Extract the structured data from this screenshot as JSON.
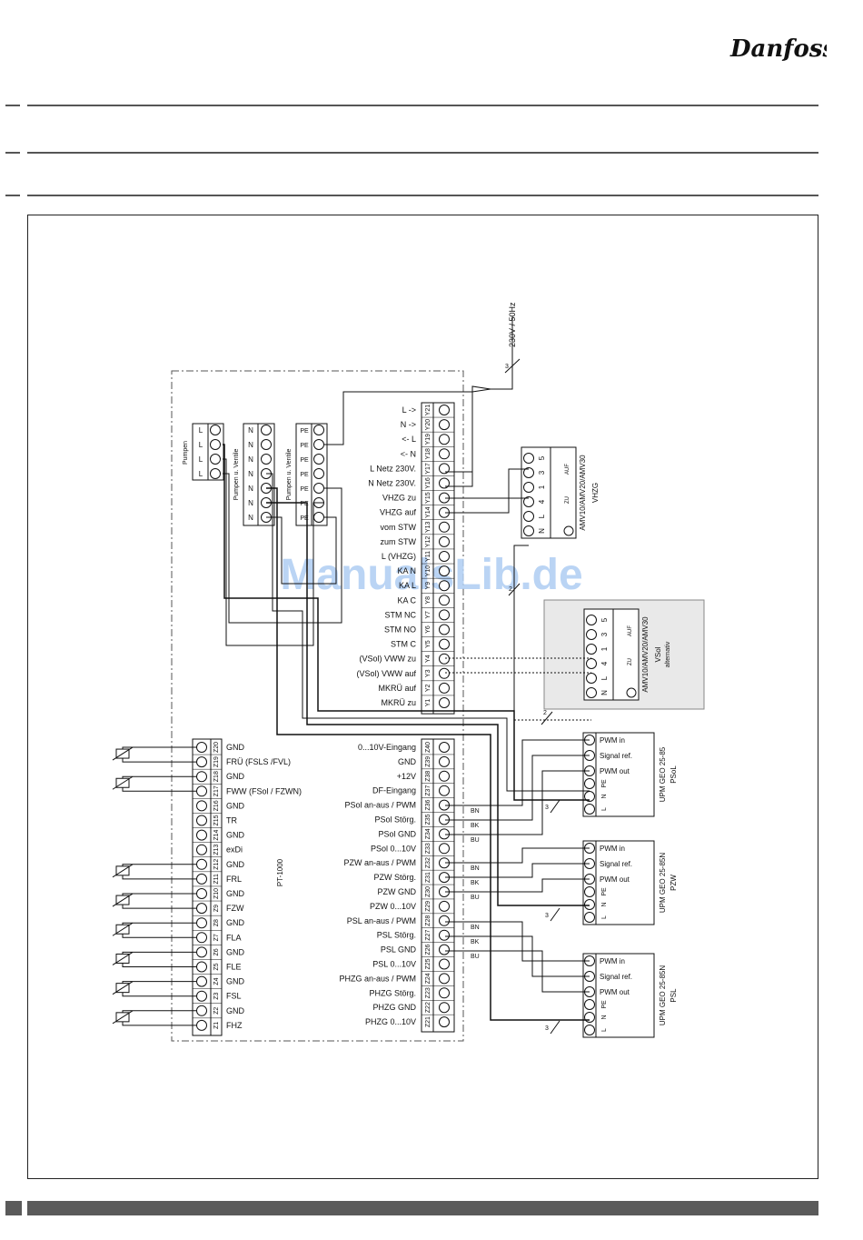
{
  "brand": {
    "logo_text": "Danfoss",
    "logo_color": "#1a1a1a"
  },
  "watermark": {
    "text": "ManualsLib.de",
    "color": "#aecdf3"
  },
  "supply": {
    "label": "230V / 50Hz",
    "wires": "3"
  },
  "left_strips": {
    "pumpen": {
      "label": "Pumpen",
      "terminals": [
        "L",
        "L",
        "L",
        "L",
        "L",
        "L"
      ]
    },
    "ventile_n": {
      "label": "Pumpen u. Ventile",
      "terminals": [
        "N",
        "N",
        "N",
        "N",
        "N",
        "N",
        "N",
        "N"
      ]
    },
    "ventile_pe": {
      "label": "Pumpen u. Ventile",
      "terminals": [
        "PE",
        "PE",
        "PE",
        "PE",
        "PE",
        "PE",
        "PE",
        "PE"
      ]
    }
  },
  "y_terminals": [
    {
      "id": "Y21",
      "label": "L  ->"
    },
    {
      "id": "Y20",
      "label": "N  ->"
    },
    {
      "id": "Y19",
      "label": "<-  L"
    },
    {
      "id": "Y18",
      "label": "<-  N"
    },
    {
      "id": "Y17",
      "label": "L Netz 230V."
    },
    {
      "id": "Y16",
      "label": "N Netz 230V."
    },
    {
      "id": "Y15",
      "label": "VHZG zu"
    },
    {
      "id": "Y14",
      "label": "VHZG auf"
    },
    {
      "id": "Y13",
      "label": "vom STW"
    },
    {
      "id": "Y12",
      "label": "zum STW"
    },
    {
      "id": "Y11",
      "label": "L (VHZG)"
    },
    {
      "id": "Y10",
      "label": "KA N"
    },
    {
      "id": "Y9",
      "label": "KA L"
    },
    {
      "id": "Y8",
      "label": "KA C"
    },
    {
      "id": "Y7",
      "label": "STM NC"
    },
    {
      "id": "Y6",
      "label": "STM NO"
    },
    {
      "id": "Y5",
      "label": "STM C"
    },
    {
      "id": "Y4",
      "label": "(VSol) VWW zu"
    },
    {
      "id": "Y3",
      "label": "(VSol) VWW auf"
    },
    {
      "id": "Y2",
      "label": "MKRÜ auf"
    },
    {
      "id": "Y1",
      "label": "MKRÜ zu"
    }
  ],
  "z_right_terminals": [
    {
      "id": "Z40",
      "label": "0...10V-Eingang"
    },
    {
      "id": "Z39",
      "label": "GND"
    },
    {
      "id": "Z38",
      "label": "+12V"
    },
    {
      "id": "Z37",
      "label": "DF-Eingang"
    },
    {
      "id": "Z36",
      "label": "PSol an-aus / PWM"
    },
    {
      "id": "Z35",
      "label": "PSol Störg."
    },
    {
      "id": "Z34",
      "label": "PSol GND"
    },
    {
      "id": "Z33",
      "label": "PSol 0...10V"
    },
    {
      "id": "Z32",
      "label": "PZW an-aus / PWM"
    },
    {
      "id": "Z31",
      "label": "PZW Störg."
    },
    {
      "id": "Z30",
      "label": "PZW GND"
    },
    {
      "id": "Z29",
      "label": "PZW 0...10V"
    },
    {
      "id": "Z28",
      "label": "PSL an-aus / PWM"
    },
    {
      "id": "Z27",
      "label": "PSL Störg."
    },
    {
      "id": "Z26",
      "label": "PSL GND"
    },
    {
      "id": "Z25",
      "label": "PSL 0...10V"
    },
    {
      "id": "Z24",
      "label": "PHZG an-aus / PWM"
    },
    {
      "id": "Z23",
      "label": "PHZG Störg."
    },
    {
      "id": "Z22",
      "label": "PHZG GND"
    },
    {
      "id": "Z21",
      "label": "PHZG 0...10V"
    }
  ],
  "z_left_terminals": [
    {
      "id": "Z20",
      "label": "GND"
    },
    {
      "id": "Z19",
      "label": "FRÜ (FSLS /FVL)"
    },
    {
      "id": "Z18",
      "label": "GND"
    },
    {
      "id": "Z17",
      "label": "FWW (FSol / FZWN)"
    },
    {
      "id": "Z16",
      "label": "GND"
    },
    {
      "id": "Z15",
      "label": "TR"
    },
    {
      "id": "Z14",
      "label": "GND"
    },
    {
      "id": "Z13",
      "label": "exDi"
    },
    {
      "id": "Z12",
      "label": "GND"
    },
    {
      "id": "Z11",
      "label": "FRL"
    },
    {
      "id": "Z10",
      "label": "GND"
    },
    {
      "id": "Z9",
      "label": "FZW"
    },
    {
      "id": "Z8",
      "label": "GND"
    },
    {
      "id": "Z7",
      "label": "FLA"
    },
    {
      "id": "Z6",
      "label": "GND"
    },
    {
      "id": "Z5",
      "label": "FLE"
    },
    {
      "id": "Z4",
      "label": "GND"
    },
    {
      "id": "Z3",
      "label": "FSL"
    },
    {
      "id": "Z2",
      "label": "GND"
    },
    {
      "id": "Z1",
      "label": "FHZ"
    }
  ],
  "sensor_label": "PT-1000",
  "wire_colors": [
    "BN",
    "BK",
    "BU"
  ],
  "valves": [
    {
      "model": "AMV10/AMV20/AMV30",
      "name": "VHZG",
      "sub": "",
      "terminals": [
        "N",
        "L",
        "4",
        "1",
        "3",
        "5"
      ],
      "auf": "AUF",
      "zu": "ZU",
      "wires": "2"
    },
    {
      "model": "AMV10/AMV20/AMV30",
      "name": "VSol",
      "sub": "alternativ",
      "terminals": [
        "N",
        "L",
        "4",
        "1",
        "3",
        "5"
      ],
      "auf": "AUF",
      "zu": "ZU",
      "wires": "2"
    }
  ],
  "pumps": [
    {
      "model": "UPM GEO 25-85",
      "name": "PSoL",
      "wires": "3"
    },
    {
      "model": "UPM GEO 25-85N",
      "name": "PZW",
      "wires": "3"
    },
    {
      "model": "UPM GEO 25-85N",
      "name": "PSL",
      "wires": "3"
    }
  ],
  "pump_labels": {
    "pwm_in": "PWM in",
    "signal_ref": "Signal ref.",
    "pwm_out": "PWM out",
    "pe": "PE",
    "n": "N",
    "l": "L"
  }
}
